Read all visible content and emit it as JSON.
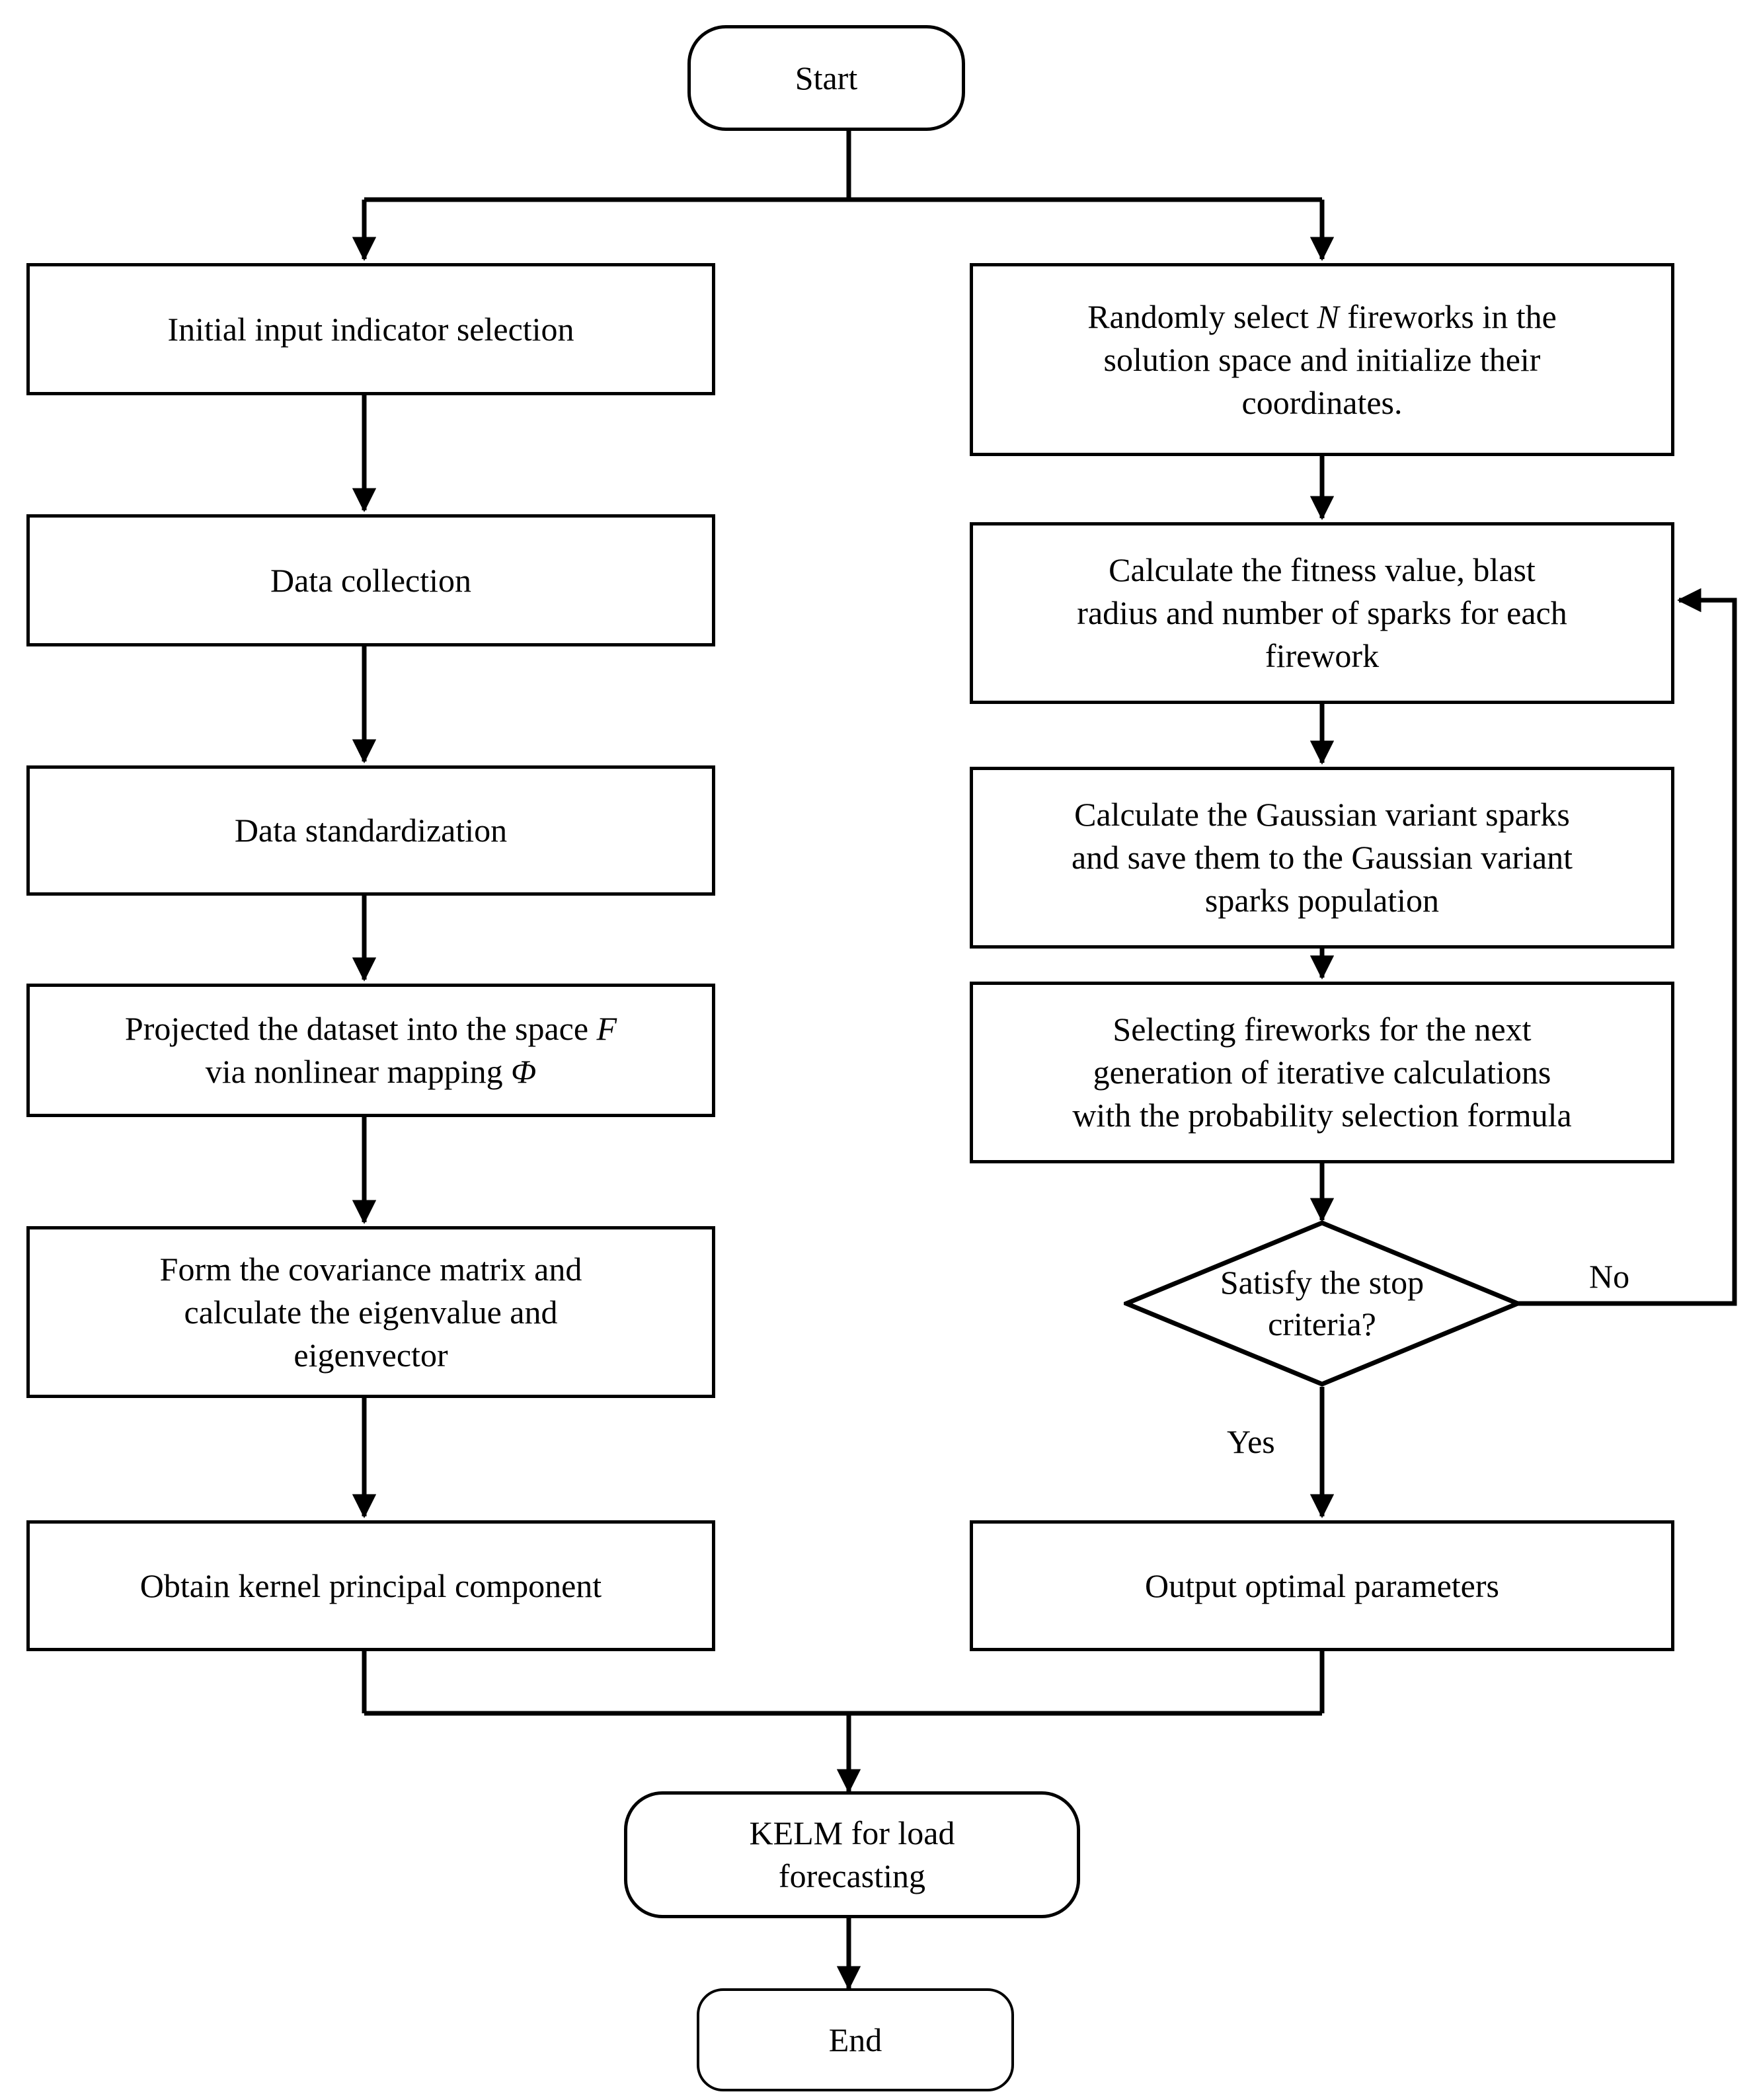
{
  "diagram": {
    "type": "flowchart",
    "title": "KPCA-FWA-KELM load forecasting flowchart",
    "nodes": {
      "start": {
        "label": "Start",
        "shape": "terminal"
      },
      "initial_input": {
        "label": "Initial input indicator selection",
        "shape": "process"
      },
      "data_collection": {
        "label": "Data collection",
        "shape": "process"
      },
      "data_standardization": {
        "label": "Data standardization",
        "shape": "process"
      },
      "projected_dataset": {
        "label_pre": "Projected the dataset into the space ",
        "label_sym1": "F",
        "label_mid": "\nvia nonlinear mapping ",
        "label_sym2": "Φ",
        "shape": "process"
      },
      "covariance": {
        "label": "Form the covariance matrix and\ncalculate the eigenvalue and\neigenvector",
        "shape": "process"
      },
      "kernel_pc": {
        "label": "Obtain kernel principal component",
        "shape": "process"
      },
      "random_select": {
        "label_pre": "Randomly select ",
        "label_sym1": "N",
        "label_post": " fireworks in the\nsolution space and initialize their\ncoordinates.",
        "shape": "process"
      },
      "fitness": {
        "label": "Calculate the fitness value, blast\nradius and number of sparks for each\nfirework",
        "shape": "process"
      },
      "gaussian": {
        "label": "Calculate the Gaussian variant sparks\nand save them to the Gaussian variant\nsparks population",
        "shape": "process"
      },
      "selecting": {
        "label": "Selecting fireworks for the next\ngeneration of iterative calculations\nwith the probability selection formula",
        "shape": "process"
      },
      "stop_criteria": {
        "label": "Satisfy the stop\ncriteria?",
        "shape": "decision"
      },
      "output_params": {
        "label": "Output optimal parameters",
        "shape": "process"
      },
      "kelm": {
        "label": "KELM for load\nforecasting",
        "shape": "terminal"
      },
      "end": {
        "label": "End",
        "shape": "terminal"
      }
    },
    "edge_labels": {
      "no": "No",
      "yes": "Yes"
    },
    "colors": {
      "stroke": "#000000",
      "fill": "#ffffff",
      "text": "#000000"
    }
  }
}
